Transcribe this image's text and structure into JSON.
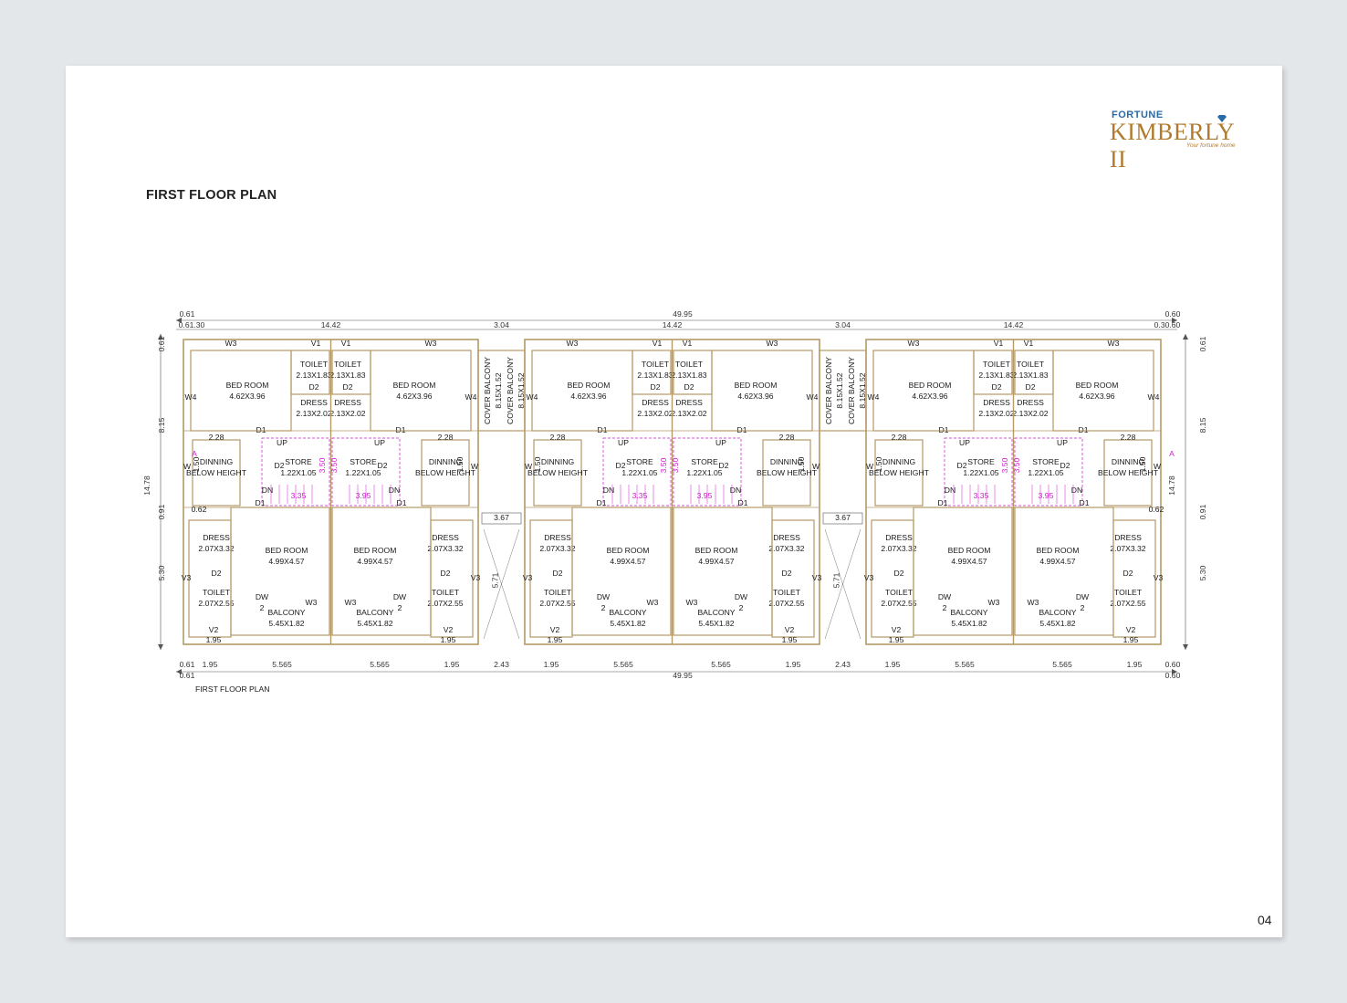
{
  "page_title": "FIRST FLOOR PLAN",
  "page_number": "04",
  "logo": {
    "top": "FORTUNE",
    "name": "KIMBERLY II",
    "tagline": "Your fortune home"
  },
  "drawing_caption": "FIRST FLOOR PLAN",
  "colors": {
    "walls": "#b49a66",
    "dims": "#555555",
    "stair": "#d019d0",
    "background": "#e4e7ea"
  },
  "dimensions": {
    "overall": "49.95",
    "overall_bottom": "49.95",
    "unit_width": "14.42",
    "gap": "3.04",
    "gap_bottom": "2.43",
    "left_small_a": "0.61",
    "left_small_b": "0.30",
    "right_small": "0.60",
    "right_small_b": "0.30.60",
    "height_total": "14.78",
    "height_top": "8.15",
    "height_bottom": "5.30",
    "small_v": "0.61",
    "small_v2": "0.91",
    "bottom_segments": [
      "1.95",
      "5.565",
      "5.565",
      "1.95"
    ]
  },
  "labels": {
    "bed_room": "BED ROOM",
    "bed_top_size": "4.62X3.96",
    "bed_bottom_size": "4.99X4.57",
    "toilet": "TOILET",
    "toilet_top_size": "2.13X1.83",
    "toilet_bottom_size": "2.07X2.55",
    "dress": "DRESS",
    "dress_top_size": "2.13X2.02",
    "dress_bottom_size": "2.07X3.32",
    "dinning": "DINNING",
    "below_height": "BELOW HEIGHT",
    "store": "STORE",
    "store_size": "1.22X1.05",
    "balcony": "BALCONY",
    "balcony_size": "5.45X1.82",
    "cover_balcony": "COVER BALCONY",
    "cover_balcony_size": "8.15X1.52",
    "up": "UP",
    "dn": "DN",
    "w3": "W3",
    "v1": "V1",
    "w4": "W4",
    "v3": "V3",
    "v2": "V2",
    "w": "W",
    "d1": "D1",
    "d2": "D2",
    "dw": "DW",
    "n2": "2",
    "dim_228": "2.28",
    "dim_195": "1.95",
    "dim_367": "3.67",
    "dim_571": "5.71",
    "dim_062": "0.62",
    "dim_150": "1.50",
    "stair_335": "3.35",
    "stair_395": "3.95",
    "stair_350": "3.50",
    "section_mark": "A"
  }
}
